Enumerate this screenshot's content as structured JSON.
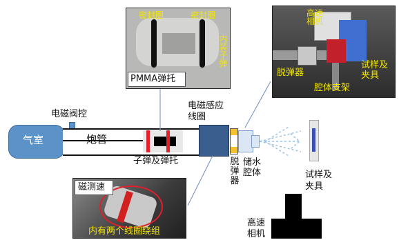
{
  "labels": {
    "gas_chamber": "气室",
    "solenoid_valve": "电磁阀控",
    "barrel": "炮管",
    "bullet_sabot": "子弹及弹托",
    "em_coil": "电磁感应线圈",
    "stripper": "脱弹器",
    "water_cavity": "储水腔体",
    "specimen_fixture": "试样及夹具",
    "hs_camera": "高速相机"
  },
  "pmma_photo": {
    "caption": "PMMA弹托",
    "seal_ring_left": "密封圈",
    "seal_ring_right": "密封圈",
    "inner_bullet": "内装子弹"
  },
  "magnet_photo": {
    "caption": "磁测速",
    "coil_note": "内有两个线圈绕组"
  },
  "setup_photo": {
    "camera": "高速相机",
    "stripper": "脱弹器",
    "cavity_support": "腔体支架",
    "specimen_fixture": "试样及夹具"
  },
  "colors": {
    "gas_chamber_fill": "#5b93c8",
    "coil_fill": "#3a5f8f",
    "stripper_fill": "#f2c230",
    "red_ring": "#e0202a",
    "specimen_fill": "#3a4fb5",
    "annotation_yellow": "#f2e600",
    "connector_line": "#7f9cc8"
  }
}
